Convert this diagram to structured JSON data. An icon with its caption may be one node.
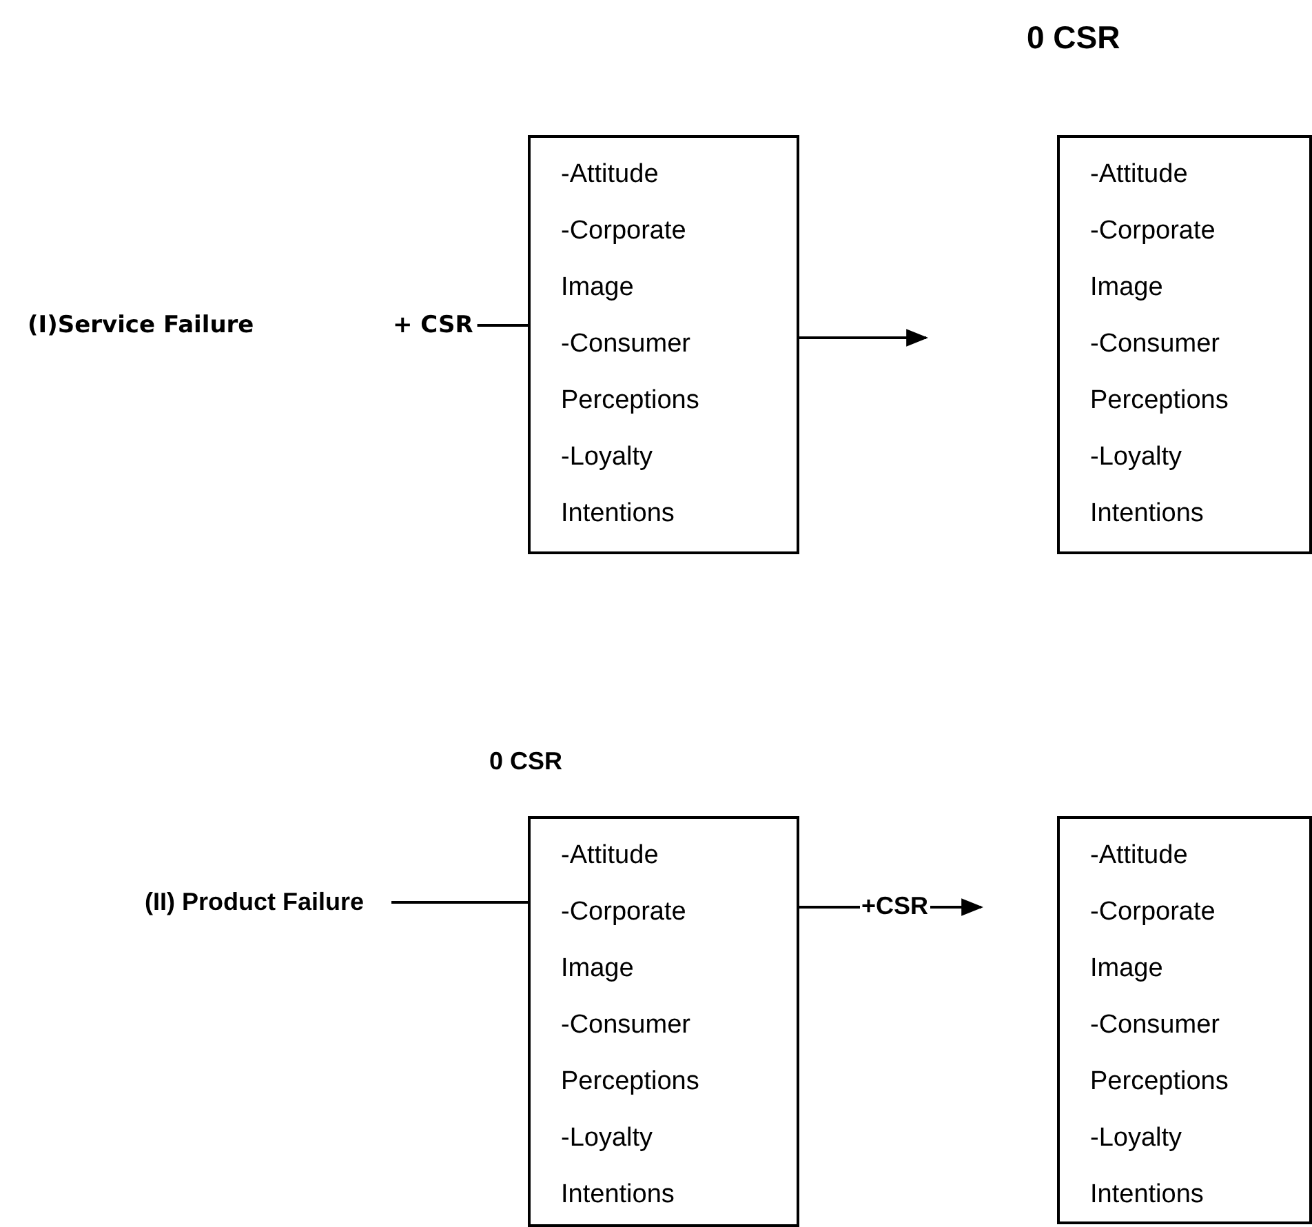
{
  "diagram": {
    "nodes": [
      {
        "text": [
          "(I)Service Failure"
        ]
      },
      {
        "text": [
          "+ CSR"
        ]
      },
      {
        "text": [
          "-Attitude",
          "-Corporate Image",
          "-Consumer Perceptions",
          "-Loyalty Intentions"
        ]
      },
      {
        "text": [
          "0 CSR",
          "-Attitude",
          "-Corporate Image",
          "-Consumer Perceptions",
          "-Loyalty Intentions"
        ]
      },
      {
        "text": [
          "(II) Product Failure"
        ]
      },
      {
        "text": [
          "0 CSR",
          "-Attitude",
          "-Corporate Image",
          "-Consumer Perceptions",
          "-Loyalty Intentions"
        ]
      },
      {
        "text": [
          "-Attitude",
          "-Corporate Image",
          "-Consumer Perceptions",
          "-Loyalty Intentions"
        ]
      }
    ],
    "edges": [
      {
        "from": 1,
        "to": 2,
        "arrow": "none"
      },
      {
        "from": 2,
        "to": null,
        "arrow": "to"
      },
      {
        "from": 4,
        "to": 5,
        "arrow": "none"
      },
      {
        "from": 5,
        "to": null,
        "arrow": "to",
        "label": "+CSR"
      }
    ]
  }
}
